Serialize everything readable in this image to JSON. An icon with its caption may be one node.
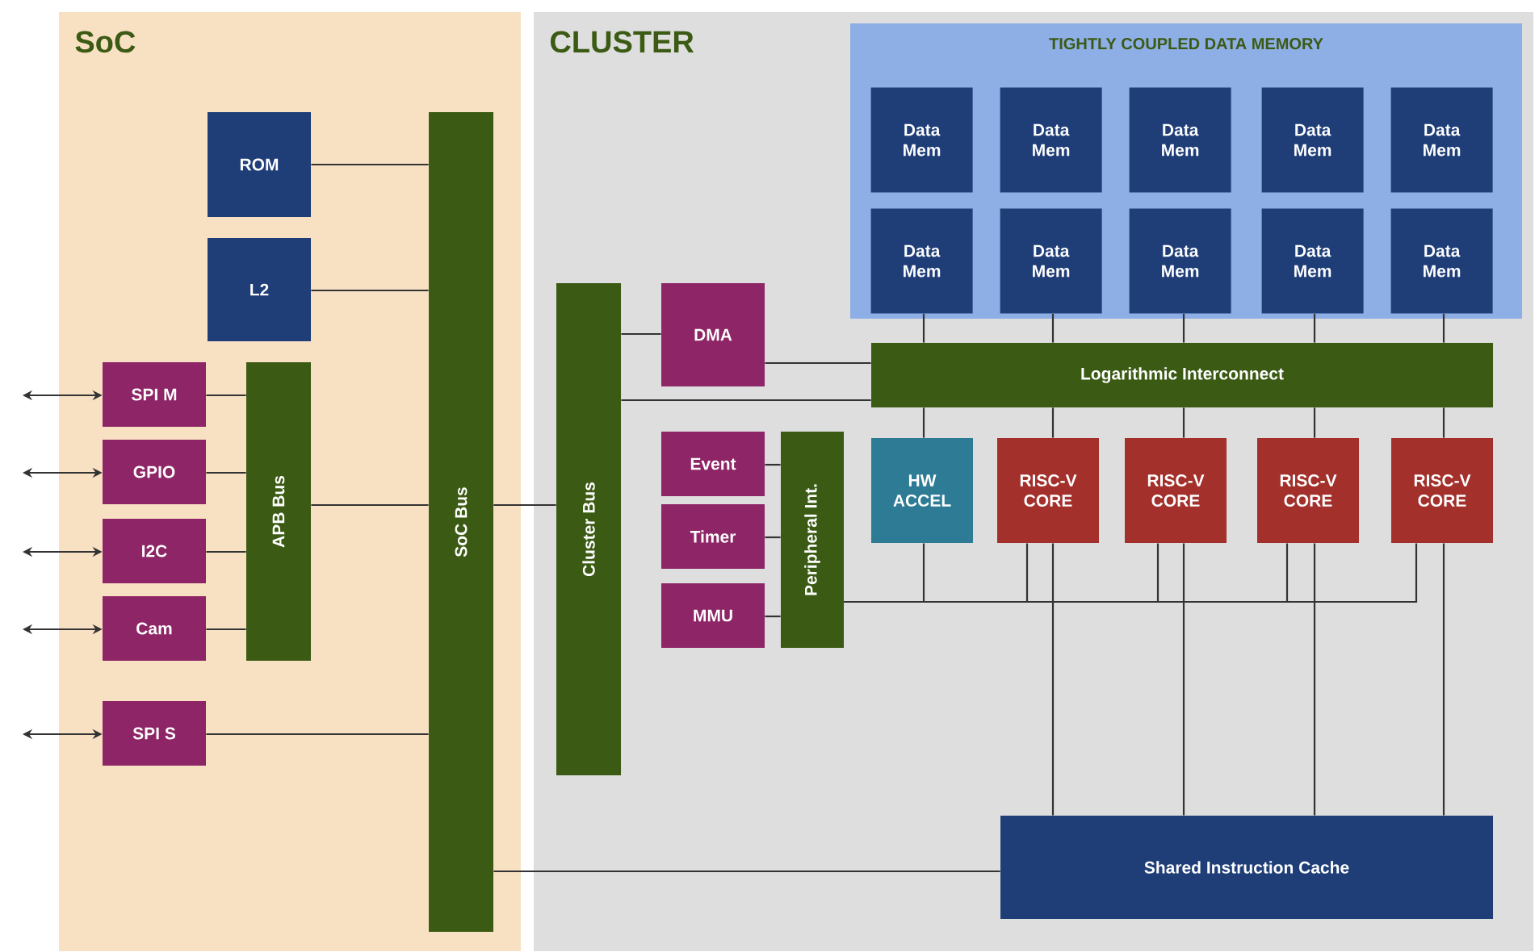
{
  "diagram": {
    "nodes": [
      {
        "text": [
          "SoC"
        ]
      },
      {
        "text": [
          "CLUSTER"
        ]
      },
      {
        "text": [
          "TIGHTLY COUPLED DATA MEMORY"
        ],
        "in": 1
      },
      {
        "text": [
          "Data Mem"
        ],
        "in": 2
      },
      {
        "text": [
          "Data Mem"
        ],
        "in": 2
      },
      {
        "text": [
          "Data Mem"
        ],
        "in": 2
      },
      {
        "text": [
          "Data Mem"
        ],
        "in": 2
      },
      {
        "text": [
          "Data Mem"
        ],
        "in": 2
      },
      {
        "text": [
          "Data Mem"
        ],
        "in": 2
      },
      {
        "text": [
          "Data Mem"
        ],
        "in": 2
      },
      {
        "text": [
          "Data Mem"
        ],
        "in": 2
      },
      {
        "text": [
          "Data Mem"
        ],
        "in": 2
      },
      {
        "text": [
          "Data Mem"
        ],
        "in": 2
      },
      {
        "text": [
          "ROM"
        ],
        "in": 0
      },
      {
        "text": [
          "L2"
        ],
        "in": 0
      },
      {
        "text": [
          "SoC Bus"
        ],
        "in": 0
      },
      {
        "text": [
          "SPI M"
        ],
        "in": 0
      },
      {
        "text": [
          "GPIO"
        ],
        "in": 0
      },
      {
        "text": [
          "I2C"
        ],
        "in": 0
      },
      {
        "text": [
          "Cam"
        ],
        "in": 0
      },
      {
        "text": [
          "APB Bus"
        ],
        "in": 0
      },
      {
        "text": [
          "SPI S"
        ],
        "in": 0
      },
      {
        "text": [
          "Cluster Bus"
        ],
        "in": 1
      },
      {
        "text": [
          "DMA"
        ],
        "in": 1
      },
      {
        "text": [
          "Event"
        ],
        "in": 1
      },
      {
        "text": [
          "Timer"
        ],
        "in": 1
      },
      {
        "text": [
          "MMU"
        ],
        "in": 1
      },
      {
        "text": [
          "Peripheral Int."
        ],
        "in": 1
      },
      {
        "text": [
          "Logarithmic Interconnect"
        ],
        "in": 1
      },
      {
        "text": [
          "HW ACCEL"
        ],
        "in": 1
      },
      {
        "text": [
          "RISC-V CORE"
        ],
        "in": 1
      },
      {
        "text": [
          "RISC-V CORE"
        ],
        "in": 1
      },
      {
        "text": [
          "RISC-V CORE"
        ],
        "in": 1
      },
      {
        "text": [
          "RISC-V CORE"
        ],
        "in": 1
      },
      {
        "text": [
          "Shared Instruction Cache"
        ],
        "in": 1
      }
    ],
    "edges": [
      {
        "from": null,
        "to": 16,
        "arrow": "both"
      },
      {
        "from": null,
        "to": 17,
        "arrow": "both"
      },
      {
        "from": null,
        "to": 18,
        "arrow": "both"
      },
      {
        "from": null,
        "to": 19,
        "arrow": "both"
      },
      {
        "from": null,
        "to": 21,
        "arrow": "both"
      },
      {
        "from": 16,
        "to": 20,
        "arrow": "none"
      },
      {
        "from": 17,
        "to": 20,
        "arrow": "none"
      },
      {
        "from": 18,
        "to": 20,
        "arrow": "none"
      },
      {
        "from": 19,
        "to": 20,
        "arrow": "none"
      },
      {
        "from": 13,
        "to": 15,
        "arrow": "none"
      },
      {
        "from": 14,
        "to": 15,
        "arrow": "none"
      },
      {
        "from": 20,
        "to": 15,
        "arrow": "none"
      },
      {
        "from": 21,
        "to": 15,
        "arrow": "none"
      },
      {
        "from": 15,
        "to": 22,
        "arrow": "none"
      },
      {
        "from": 15,
        "to": 34,
        "arrow": "none"
      },
      {
        "from": 22,
        "to": 23,
        "arrow": "none"
      },
      {
        "from": 23,
        "to": 28,
        "arrow": "none"
      },
      {
        "from": 22,
        "to": 28,
        "arrow": "none"
      },
      {
        "from": 24,
        "to": 27,
        "arrow": "none"
      },
      {
        "from": 25,
        "to": 27,
        "arrow": "none"
      },
      {
        "from": 26,
        "to": 27,
        "arrow": "none"
      },
      {
        "from": 8,
        "to": 28,
        "arrow": "none"
      },
      {
        "from": 9,
        "to": 28,
        "arrow": "none"
      },
      {
        "from": 10,
        "to": 28,
        "arrow": "none"
      },
      {
        "from": 11,
        "to": 28,
        "arrow": "none"
      },
      {
        "from": 12,
        "to": 28,
        "arrow": "none"
      },
      {
        "from": 28,
        "to": 29,
        "arrow": "none"
      },
      {
        "from": 28,
        "to": 30,
        "arrow": "none"
      },
      {
        "from": 28,
        "to": 31,
        "arrow": "none"
      },
      {
        "from": 28,
        "to": 32,
        "arrow": "none"
      },
      {
        "from": 28,
        "to": 33,
        "arrow": "none"
      },
      {
        "from": 27,
        "to": 29,
        "arrow": "none"
      },
      {
        "from": 27,
        "to": 30,
        "arrow": "none"
      },
      {
        "from": 27,
        "to": 31,
        "arrow": "none"
      },
      {
        "from": 27,
        "to": 32,
        "arrow": "none"
      },
      {
        "from": 27,
        "to": 33,
        "arrow": "none"
      },
      {
        "from": 30,
        "to": 34,
        "arrow": "none"
      },
      {
        "from": 31,
        "to": 34,
        "arrow": "none"
      },
      {
        "from": 32,
        "to": 34,
        "arrow": "none"
      },
      {
        "from": 33,
        "to": 34,
        "arrow": "none"
      }
    ]
  }
}
